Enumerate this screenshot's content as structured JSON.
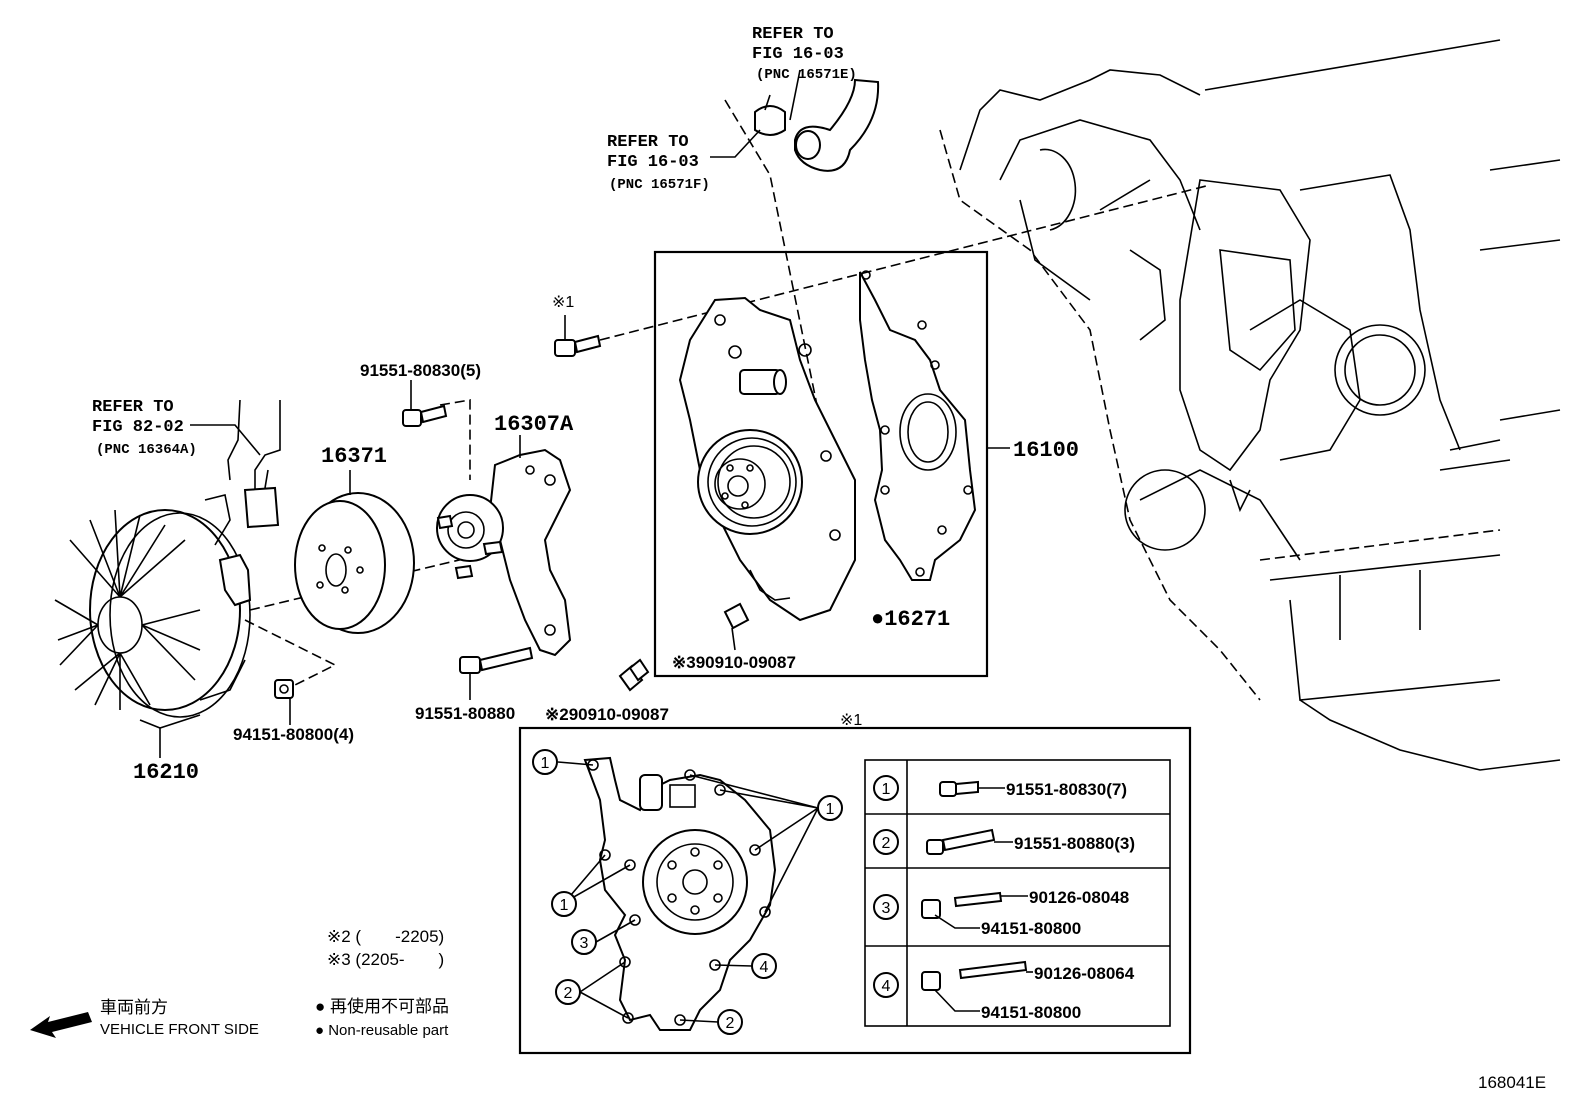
{
  "labels": {
    "refer_top1": [
      "REFER TO",
      "FIG 16-03",
      "(PNC 16571E)"
    ],
    "refer_top2": [
      "REFER TO",
      "FIG 16-03",
      "(PNC 16571F)"
    ],
    "refer_left": [
      "REFER TO",
      "FIG 82-02",
      "(PNC 16364A)"
    ],
    "note1_top": "※1",
    "note1_box": "※1",
    "bolt_91551_80830_5": "91551-80830(5)",
    "part_16307A": "16307A",
    "part_16371": "16371",
    "part_16100": "16100",
    "part_16271": "●16271",
    "part_16210": "16210",
    "nut_94151": "94151-80800(4)",
    "bolt_91551_80880": "91551-80880",
    "fitting_2": "※290910-09087",
    "fitting_3": "※390910-09087",
    "note2": "※2 (　　-2205)",
    "note3": "※3 (2205-　　)",
    "front_jp": "車両前方",
    "front_en": "VEHICLE FRONT SIDE",
    "nonreuse_jp": "● 再使用不可部品",
    "nonreuse_en": "● Non-reusable part",
    "figure_id": "168041E"
  },
  "legend": {
    "rows": [
      {
        "num": "1",
        "parts": [
          "91551-80830(7)"
        ]
      },
      {
        "num": "2",
        "parts": [
          "91551-80880(3)"
        ]
      },
      {
        "num": "3",
        "parts": [
          "90126-08048",
          "94151-80800"
        ]
      },
      {
        "num": "4",
        "parts": [
          "90126-08064",
          "94151-80800"
        ]
      }
    ]
  },
  "callouts": [
    "1",
    "1",
    "1",
    "2",
    "2",
    "3",
    "4"
  ]
}
